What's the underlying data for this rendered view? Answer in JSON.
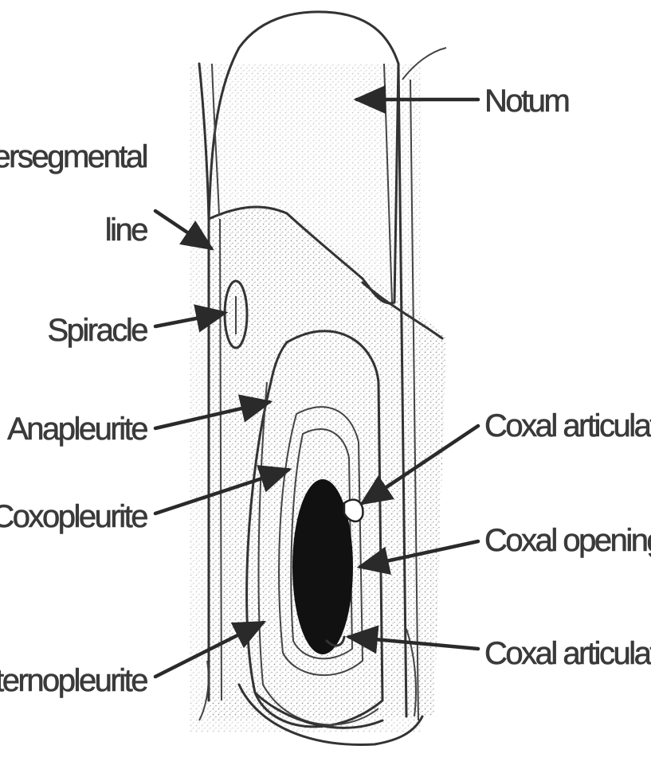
{
  "labels": {
    "notum": "Notum",
    "intersegmental_line_1": "Intersegmental",
    "intersegmental_line_2": "line",
    "spiracle": "Spiracle",
    "anapleurite": "Anapleurite",
    "coxopleurite": "Coxopleurite",
    "sternopleurite": "Sternopleurite",
    "coxal_articulation_upper": "Coxal articulation",
    "coxal_opening": "Coxal opening",
    "coxal_articulation_lower": "Coxal articulation"
  },
  "colors": {
    "stipple": "#9a9a9a",
    "coxal_opening_fill": "#111111",
    "outline": "#333333",
    "label_text": "#3a3a3a"
  }
}
